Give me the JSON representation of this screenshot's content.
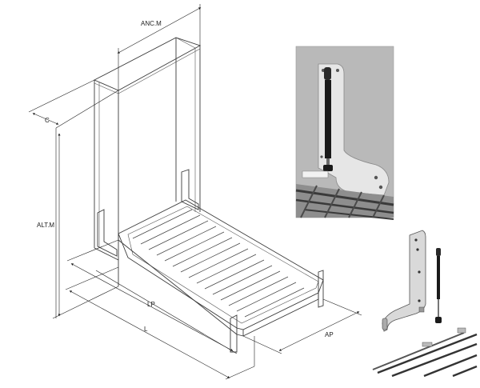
{
  "dimensions": {
    "width_label": "ANC.M",
    "depth_label": "C",
    "height_label": "ALT.M",
    "bed_length_label": "LP",
    "length_label": "L",
    "bed_width_label": "AP"
  },
  "colors": {
    "background": "#ffffff",
    "line": "#3a3a3a",
    "photo_bg": "#b9b9b9",
    "bracket": "#e6e6e6",
    "piston": "#1a1a1a"
  }
}
